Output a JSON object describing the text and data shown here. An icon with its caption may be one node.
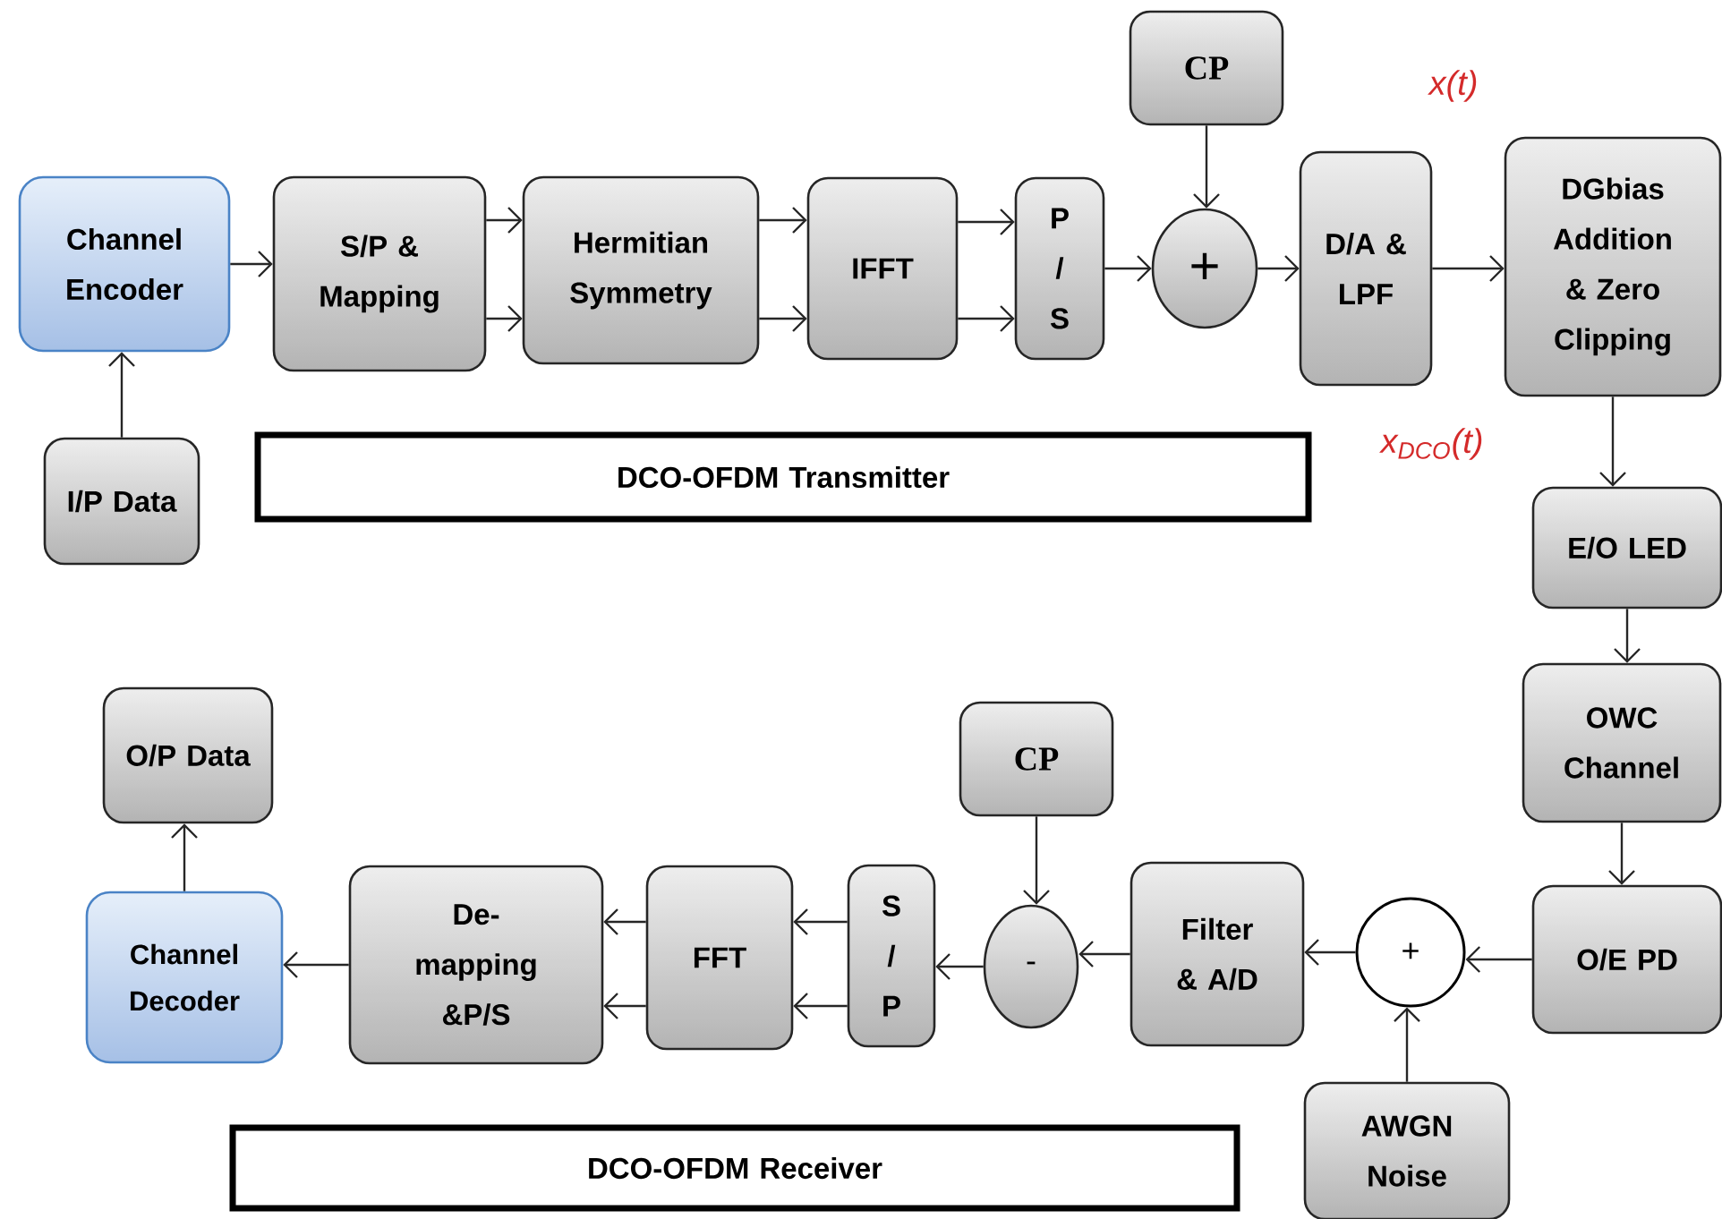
{
  "diagram": {
    "nodes": [
      {
        "text": [
          "Channel Encoder"
        ]
      },
      {
        "text": [
          "I/P Data"
        ]
      },
      {
        "text": [
          "S/P & Mapping"
        ]
      },
      {
        "text": [
          "Hermitian Symmetry"
        ]
      },
      {
        "text": [
          "IFFT"
        ]
      },
      {
        "text": [
          "P / S"
        ]
      },
      {
        "text": [
          "+"
        ]
      },
      {
        "text": [
          "CP"
        ]
      },
      {
        "text": [
          "D/A & LPF"
        ]
      },
      {
        "text": [
          "DGbias Addition & Zero Clipping"
        ]
      },
      {
        "text": [
          "E/O LED"
        ]
      },
      {
        "text": [
          "OWC Channel"
        ]
      },
      {
        "text": [
          "O/E PD"
        ]
      },
      {
        "text": [
          "+"
        ]
      },
      {
        "text": [
          "AWGN Noise"
        ]
      },
      {
        "text": [
          "Filter & A/D"
        ]
      },
      {
        "text": [
          "CP"
        ]
      },
      {
        "text": [
          "-"
        ]
      },
      {
        "text": [
          "S / P"
        ]
      },
      {
        "text": [
          "FFT"
        ]
      },
      {
        "text": [
          "De- mapping &P/S"
        ]
      },
      {
        "text": [
          "Channel Decoder"
        ]
      },
      {
        "text": [
          "O/P Data"
        ]
      },
      {
        "text": [
          "DCO-OFDM Transmitter"
        ]
      },
      {
        "text": [
          "DCO-OFDM Receiver"
        ]
      }
    ],
    "edges": [
      {
        "from": 1,
        "to": 0,
        "arrow": "to"
      },
      {
        "from": 0,
        "to": 2,
        "arrow": "to"
      },
      {
        "from": 2,
        "to": 3,
        "arrow": "to"
      },
      {
        "from": 2,
        "to": 3,
        "arrow": "to"
      },
      {
        "from": 3,
        "to": 4,
        "arrow": "to"
      },
      {
        "from": 3,
        "to": 4,
        "arrow": "to"
      },
      {
        "from": 4,
        "to": 5,
        "arrow": "to"
      },
      {
        "from": 4,
        "to": 5,
        "arrow": "to"
      },
      {
        "from": 5,
        "to": 6,
        "arrow": "to"
      },
      {
        "from": 7,
        "to": 6,
        "arrow": "to"
      },
      {
        "from": 6,
        "to": 8,
        "arrow": "to"
      },
      {
        "from": 8,
        "to": 9,
        "arrow": "to"
      },
      {
        "from": 9,
        "to": 10,
        "arrow": "to"
      },
      {
        "from": 10,
        "to": 11,
        "arrow": "to"
      },
      {
        "from": 11,
        "to": 12,
        "arrow": "to"
      },
      {
        "from": 12,
        "to": 13,
        "arrow": "to"
      },
      {
        "from": 14,
        "to": 13,
        "arrow": "to"
      },
      {
        "from": 13,
        "to": 15,
        "arrow": "to"
      },
      {
        "from": 15,
        "to": 17,
        "arrow": "to"
      },
      {
        "from": 16,
        "to": 17,
        "arrow": "to"
      },
      {
        "from": 17,
        "to": 18,
        "arrow": "to"
      },
      {
        "from": 18,
        "to": 19,
        "arrow": "to"
      },
      {
        "from": 18,
        "to": 19,
        "arrow": "to"
      },
      {
        "from": 19,
        "to": 20,
        "arrow": "to"
      },
      {
        "from": 19,
        "to": 20,
        "arrow": "to"
      },
      {
        "from": 20,
        "to": 21,
        "arrow": "to"
      },
      {
        "from": 21,
        "to": 22,
        "arrow": "to"
      }
    ],
    "labels": [
      "x(t)",
      "x$_{DCO}$(t)"
    ]
  }
}
